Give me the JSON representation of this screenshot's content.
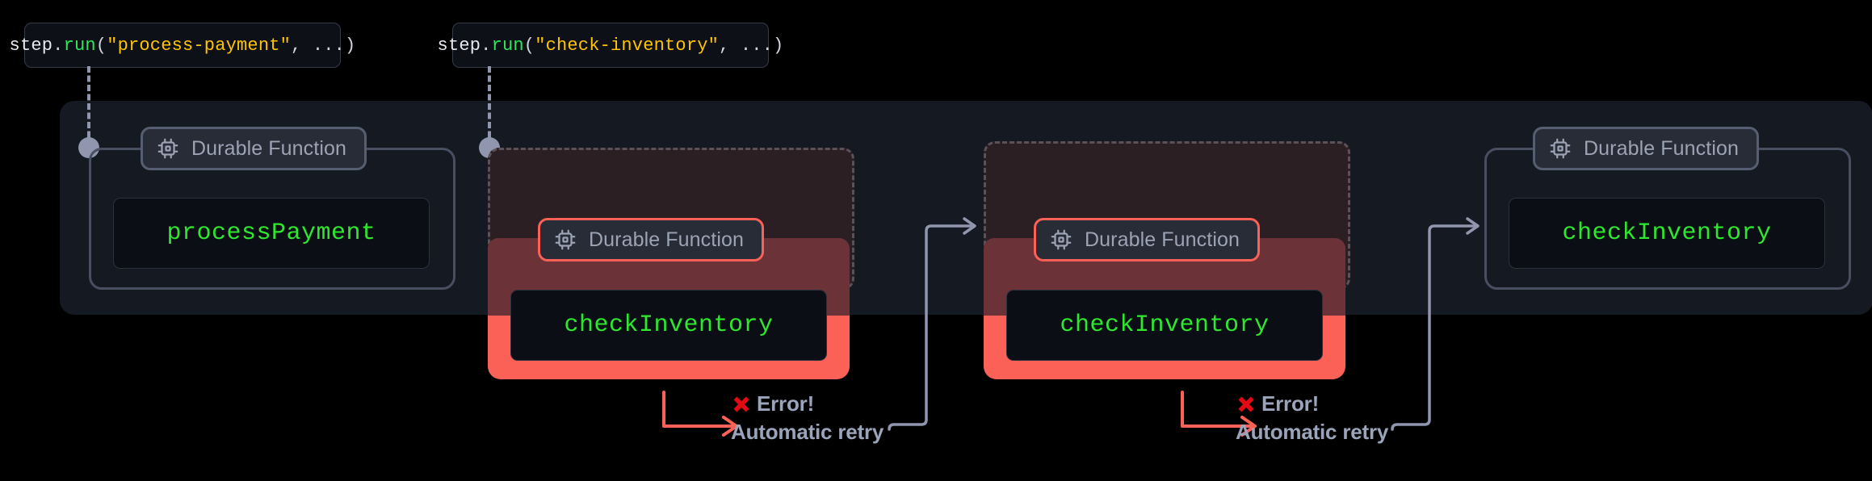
{
  "theme": {
    "bg": "#000000",
    "panel_bg": "#151922",
    "code_bg": "#0b0e14",
    "code_green": "#2ee82e",
    "accent_red": "#fc6158",
    "error_x_red": "#e50914",
    "muted_text": "#9ba3b5",
    "border_grey": "#4b5365",
    "string_yellow": "#ffc400",
    "fn_green": "#2ee65c"
  },
  "callouts": [
    {
      "id": "process-payment-call",
      "object": "step",
      "dot": ".",
      "method": "run",
      "open": "(",
      "arg": "\"process-payment\"",
      "rest": ", ...)"
    },
    {
      "id": "check-inventory-call",
      "object": "step",
      "dot": ".",
      "method": "run",
      "open": "(",
      "arg": "\"check-inventory\"",
      "rest": ", ...)"
    }
  ],
  "pill_label": "Durable Function",
  "pill_icon": "cpu-chip-icon",
  "steps": [
    {
      "id": "step-1",
      "state": "success",
      "function_name": "processPayment",
      "pill": "Durable Function"
    },
    {
      "id": "step-2",
      "state": "failed",
      "function_name": "checkInventory",
      "pill": "Durable Function"
    },
    {
      "id": "step-3",
      "state": "failed",
      "function_name": "checkInventory",
      "pill": "Durable Function"
    },
    {
      "id": "step-4",
      "state": "success",
      "function_name": "checkInventory",
      "pill": "Durable Function"
    }
  ],
  "errors": [
    {
      "id": "error-1",
      "icon": "red-x-icon",
      "title": "Error!",
      "subtitle": "Automatic retry"
    },
    {
      "id": "error-2",
      "icon": "red-x-icon",
      "title": "Error!",
      "subtitle": "Automatic retry"
    }
  ]
}
